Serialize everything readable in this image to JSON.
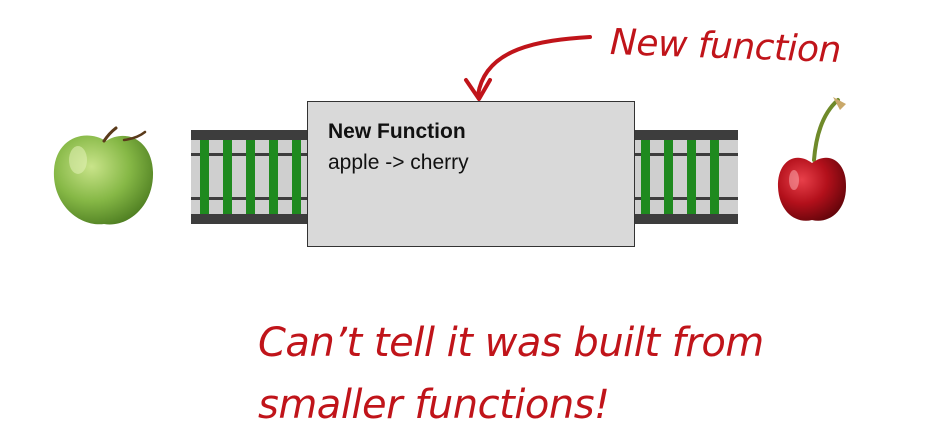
{
  "function_box": {
    "title": "New Function",
    "signature": "apple -> cherry"
  },
  "callout": {
    "label": "New function"
  },
  "caption": {
    "line1": "Can’t tell it was built from",
    "line2": "smaller functions!"
  },
  "colors": {
    "annotation": "#c0141a",
    "box_fill": "#d9d9d9",
    "track_rail": "#3d3d3d",
    "track_bed": "#cfcfcf",
    "track_tie": "#1f8a1f",
    "apple": "#7fb542",
    "cherry": "#b3101b"
  },
  "icons": {
    "input": "apple-icon",
    "output": "cherry-icon"
  }
}
